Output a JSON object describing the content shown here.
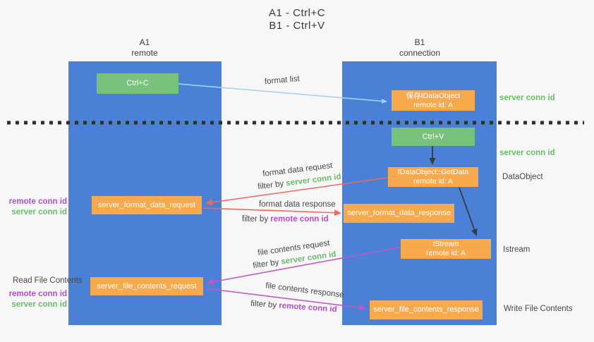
{
  "title": {
    "line1": "A1 - Ctrl+C",
    "line2": "B1 - Ctrl+V"
  },
  "columns": {
    "a": {
      "id": "A1",
      "role": "remote"
    },
    "b": {
      "id": "B1",
      "role": "connection"
    }
  },
  "nodes": {
    "ctrl_c": {
      "label": "Ctrl+C"
    },
    "ctrl_v": {
      "label": "Ctrl+V"
    },
    "save_dataobject": {
      "line1": "保存IDataObject",
      "line2": "remote id: A"
    },
    "getdata": {
      "line1": "IDataObject::GetData",
      "line2": "remote id: A"
    },
    "istream": {
      "line1": "IStream",
      "line2": "remote id: A"
    },
    "format_request": {
      "label": "server_format_data_request"
    },
    "format_response": {
      "label": "server_format_data_response"
    },
    "file_request": {
      "label": "server_file_contents_request"
    },
    "file_response": {
      "label": "server_file_contents_response"
    }
  },
  "side_labels": {
    "server_conn_id_top": "server conn id",
    "server_conn_id_mid": "server conn id",
    "dataobject": "DataObject",
    "istream": "Istream",
    "write_file_contents": "Write File Contents",
    "read_file_contents": "Read File Contents",
    "left_remote_conn_id_1": "remote conn id",
    "left_server_conn_id_1": "server conn id",
    "left_remote_conn_id_2": "remote conn id",
    "left_server_conn_id_2": "server conn id"
  },
  "arrow_labels": {
    "format_list": "format list",
    "format_data_request": "format data request",
    "filter_by_1": "filter by",
    "filter_val_1": "server conn id",
    "format_data_response": "format data response",
    "filter_by_2": "filter by",
    "filter_val_2": "remote conn id",
    "file_contents_request": "file contents request",
    "filter_by_3": "filter by",
    "filter_val_3": "server conn id",
    "file_contents_response": "file contents response",
    "filter_by_4": "filter by",
    "filter_val_4": "remote conn id"
  },
  "colors": {
    "bg": "#f7f7f7",
    "col_blue": "#4a80d6",
    "orange": "#f8a94b",
    "green_box": "#79c27c",
    "green_text": "#67bd68",
    "purple_text": "#b04ec5",
    "red_arrow": "#ec6a5e",
    "magenta_arrow": "#c456c5",
    "blue_arrow": "#a5d2ef"
  }
}
